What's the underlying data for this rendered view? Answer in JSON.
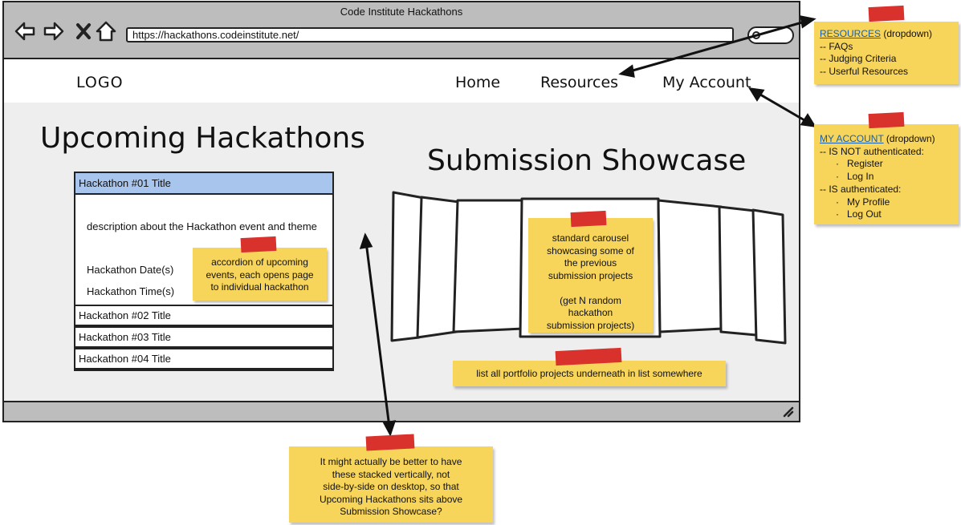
{
  "window": {
    "title": "Code Institute Hackathons"
  },
  "address_bar": {
    "url": "https://hackathons.codeinstitute.net/"
  },
  "navbar": {
    "logo": "LOGO",
    "links": [
      "Home",
      "Resources",
      "My Account"
    ]
  },
  "upcoming": {
    "heading": "Upcoming Hackathons",
    "open_item": {
      "title": "Hackathon #01 Title",
      "description": "description about the Hackathon event and theme",
      "date_label": "Hackathon Date(s)",
      "time_label": "Hackathon Time(s)"
    },
    "closed_items": [
      "Hackathon #02 Title",
      "Hackathon #03 Title",
      "Hackathon #04 Title"
    ]
  },
  "showcase": {
    "heading": "Submission Showcase"
  },
  "notes": {
    "accordion": [
      "accordion of upcoming",
      "events, each opens page",
      "to individual hackathon"
    ],
    "carousel": [
      "standard carousel",
      "showcasing some of",
      "the previous",
      "submission projects",
      "",
      "(get N random",
      "hackathon",
      "submission projects)"
    ],
    "portfolio": "list all portfolio projects underneath in list somewhere",
    "layout": [
      "It might actually be better to have",
      "these stacked vertically, not",
      "side-by-side on desktop, so that",
      "Upcoming Hackathons sits above",
      "Submission Showcase?"
    ],
    "resources": {
      "title": "RESOURCES",
      "suffix": " (dropdown)",
      "items": [
        "-- FAQs",
        "-- Judging Criteria",
        "-- Userful Resources"
      ]
    },
    "account": {
      "title": "MY ACCOUNT",
      "suffix": " (dropdown)",
      "not_auth": "-- IS NOT authenticated:",
      "not_auth_items": [
        "Register",
        "Log In"
      ],
      "auth": "-- IS authenticated:",
      "auth_items": [
        "My Profile",
        "Log Out"
      ]
    }
  },
  "icons": [
    "back-arrow-icon",
    "forward-arrow-icon",
    "close-icon",
    "home-icon",
    "search-icon",
    "resize-grip-icon"
  ],
  "colors": {
    "note": "#f7d45a",
    "tape": "#d9322c",
    "accordion_header": "#a8c5ee",
    "link": "#1a5fa8"
  }
}
